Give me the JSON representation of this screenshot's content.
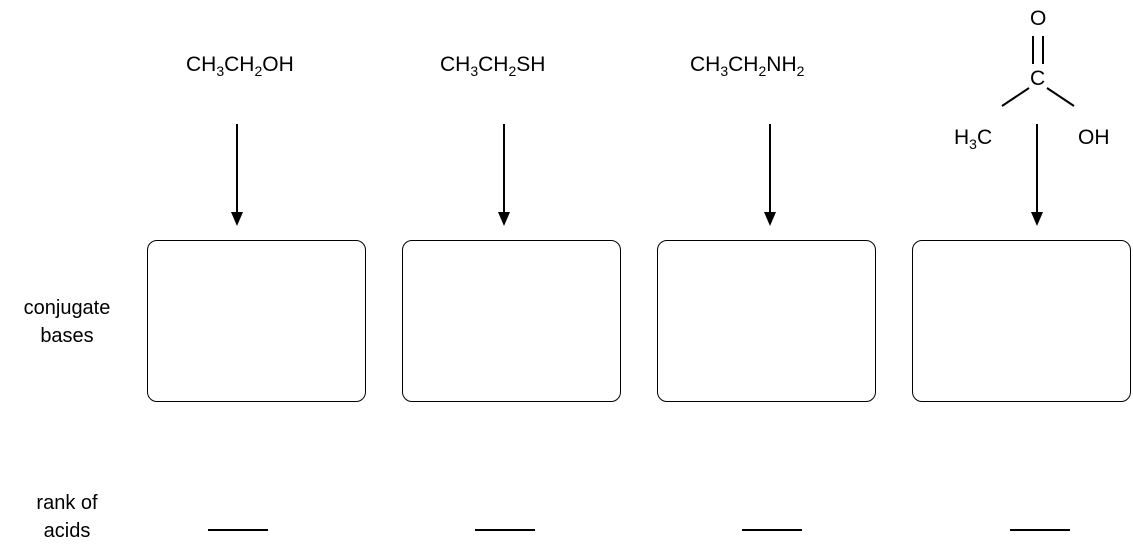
{
  "acids": [
    {
      "formula": [
        "CH",
        "3",
        "CH",
        "2",
        "OH"
      ]
    },
    {
      "formula": [
        "CH",
        "3",
        "CH",
        "2",
        "SH"
      ]
    },
    {
      "formula": [
        "CH",
        "3",
        "CH",
        "2",
        "NH",
        "2",
        ""
      ]
    },
    {
      "structure": {
        "top_atom": "O",
        "center_atom": "C",
        "left_group": "H",
        "left_sub": "3",
        "left_tail": "C",
        "right_group": "OH"
      }
    }
  ],
  "labels": {
    "conjugate_bases": [
      "conjugate",
      "bases"
    ],
    "rank_of_acids": [
      "rank of",
      "acids"
    ]
  }
}
